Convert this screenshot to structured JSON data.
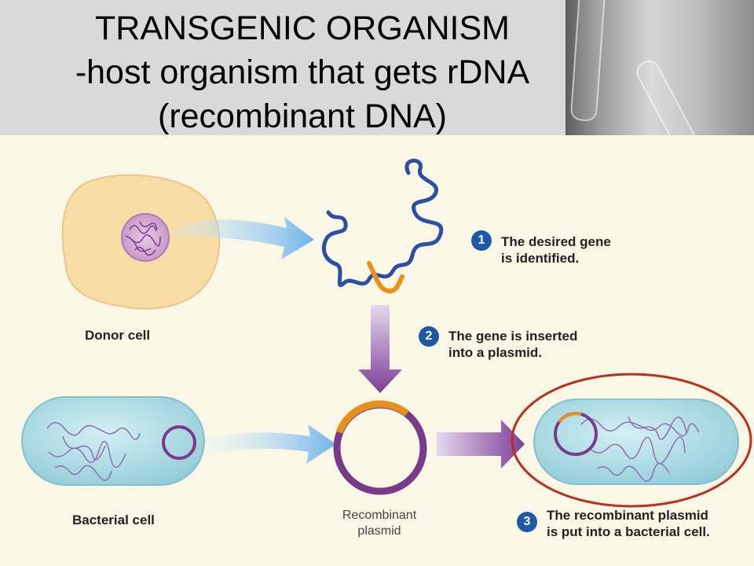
{
  "title": {
    "line1": "TRANSGENIC ORGANISM",
    "line2": "-host organism that gets rDNA",
    "line3": "(recombinant DNA)"
  },
  "labels": {
    "donor_cell": "Donor cell",
    "bacterial_cell": "Bacterial cell",
    "recombinant_plasmid_line1": "Recombinant",
    "recombinant_plasmid_line2": "plasmid"
  },
  "steps": [
    {
      "number": "1",
      "line1": "The desired gene",
      "line2": "is identified."
    },
    {
      "number": "2",
      "line1": "The gene is inserted",
      "line2": "into a plasmid."
    },
    {
      "number": "3",
      "line1": "The recombinant plasmid",
      "line2": "is put into a bacterial cell."
    }
  ],
  "colors": {
    "step_badge": "#1c5aa6",
    "dna": "#2a4fa3",
    "gene": "#e8901a",
    "plasmid": "#7a3a8c",
    "highlight_ring": "#b8301f",
    "donor_cell": "#f7dca6",
    "bacterial_cell": "#a9dbe4"
  }
}
